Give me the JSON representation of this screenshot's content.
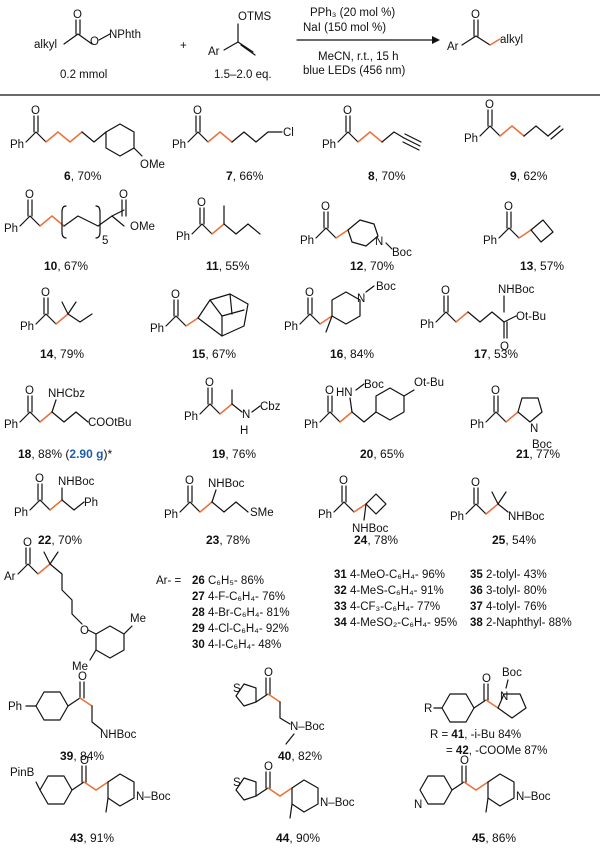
{
  "header": {
    "reagent1": {
      "left": "alkyl",
      "right": "NPhth",
      "amount": "0.2 mmol"
    },
    "plus": "+",
    "reagent2": {
      "substituent": "OTMS",
      "aryl": "Ar",
      "amount": "1.5–2.0 eq."
    },
    "conditions": [
      "PPh₃ (20 mol %)",
      "NaI (150 mol %)",
      "MeCN, r.t., 15 h",
      "blue LEDs (456 nm)"
    ],
    "product": {
      "aryl": "Ar",
      "alkyl": "alkyl"
    }
  },
  "entries": [
    {
      "id": "6",
      "yield": "70%"
    },
    {
      "id": "7",
      "yield": "66%"
    },
    {
      "id": "8",
      "yield": "70%"
    },
    {
      "id": "9",
      "yield": "62%"
    },
    {
      "id": "10",
      "yield": "67%"
    },
    {
      "id": "11",
      "yield": "55%"
    },
    {
      "id": "12",
      "yield": "70%"
    },
    {
      "id": "13",
      "yield": "57%"
    },
    {
      "id": "14",
      "yield": "79%"
    },
    {
      "id": "15",
      "yield": "67%"
    },
    {
      "id": "16",
      "yield": "84%"
    },
    {
      "id": "17",
      "yield": "53%"
    },
    {
      "id": "18",
      "yield": "88%",
      "scale": "2.90 g",
      "note": "*"
    },
    {
      "id": "19",
      "yield": "76%"
    },
    {
      "id": "20",
      "yield": "65%"
    },
    {
      "id": "21",
      "yield": "77%"
    },
    {
      "id": "22",
      "yield": "70%"
    },
    {
      "id": "23",
      "yield": "78%"
    },
    {
      "id": "24",
      "yield": "78%"
    },
    {
      "id": "25",
      "yield": "54%"
    },
    {
      "id": "39",
      "yield": "84%"
    },
    {
      "id": "40",
      "yield": "82%"
    },
    {
      "id": "43",
      "yield": "91%"
    },
    {
      "id": "44",
      "yield": "90%"
    },
    {
      "id": "45",
      "yield": "86%"
    }
  ],
  "ar_table": {
    "prefix": "Ar- =",
    "rows": [
      {
        "id": "26",
        "group": "C₆H₅-",
        "yield": "86%"
      },
      {
        "id": "27",
        "group": "4-F-C₆H₄-",
        "yield": "76%"
      },
      {
        "id": "28",
        "group": "4-Br-C₆H₄-",
        "yield": "81%"
      },
      {
        "id": "29",
        "group": "4-Cl-C₆H₄-",
        "yield": "92%"
      },
      {
        "id": "30",
        "group": "4-I-C₆H₄-",
        "yield": "48%"
      },
      {
        "id": "31",
        "group": "4-MeO-C₆H₄-",
        "yield": "96%"
      },
      {
        "id": "32",
        "group": "4-MeS-C₆H₄-",
        "yield": "91%"
      },
      {
        "id": "33",
        "group": "4-CF₃-C₆H₄-",
        "yield": "77%"
      },
      {
        "id": "34",
        "group": "4-MeSO₂-C₆H₄-",
        "yield": "95%"
      },
      {
        "id": "35",
        "group": "2-tolyl-",
        "yield": "43%"
      },
      {
        "id": "36",
        "group": "3-tolyl-",
        "yield": "80%"
      },
      {
        "id": "37",
        "group": "4-tolyl-",
        "yield": "76%"
      },
      {
        "id": "38",
        "group": "2-Naphthyl-",
        "yield": "88%"
      }
    ]
  },
  "r_table": {
    "rows": [
      {
        "prefix": "R =",
        "id": "41",
        "group": ", -i-Bu",
        "yield": "84%"
      },
      {
        "prefix": "=",
        "id": "42",
        "group": ", -COOMe",
        "yield": "87%"
      }
    ]
  },
  "atom_labels": {
    "ph": "Ph",
    "o": "O",
    "cl": "Cl",
    "ome": "OMe",
    "boc": "Boc",
    "n": "N",
    "n_boc": "N–Boc",
    "nhboc": "NHBoc",
    "nhcbz": "NHCbz",
    "cbz": "Cbz",
    "nh": "N",
    "h": "H",
    "hn": "HN",
    "otbu": "Ot-Bu",
    "cooTbu": "COOtBu",
    "sme": "SMe",
    "s": "S",
    "me": "Me",
    "ar": "Ar",
    "pinb": "PinB",
    "r": "R",
    "five": "5",
    "o_tbu": "Ot-Bu"
  }
}
